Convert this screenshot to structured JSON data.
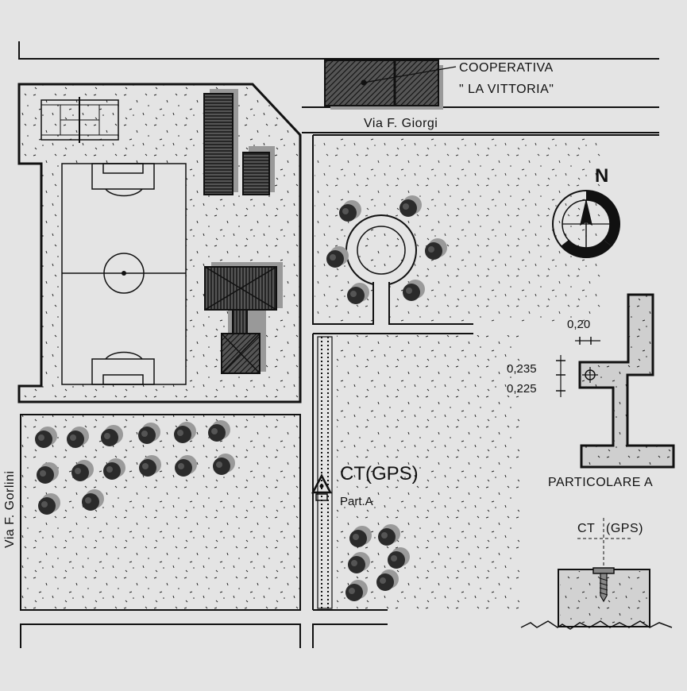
{
  "labels": {
    "cooperativa_line1": "COOPERATIVA",
    "cooperativa_line2": "\" LA VITTORIA\"",
    "via_giorgi": "Via F. Giorgi",
    "via_gorlini": "Via F. Gorlini",
    "north": "N",
    "ct_gps": "CT(GPS)",
    "part_a": "Part.A",
    "particolare_a": "PARTICOLARE A",
    "ct_gps_detail_ct": "CT",
    "ct_gps_detail_gps": "(GPS)"
  },
  "dimensions": {
    "width": "0,20",
    "height_upper": "0,235",
    "height_lower": "0,225"
  },
  "colors": {
    "background": "#e4e4e4",
    "ink": "#111111",
    "building_fill": "#3a3a3a",
    "shadow": "#9a9a9a",
    "tree_crown": "#2b2b2b"
  },
  "icons": {
    "north_arrow": "compass-rose-icon",
    "survey_marker": "triangle-marker-icon",
    "bolt": "survey-bolt-icon"
  }
}
